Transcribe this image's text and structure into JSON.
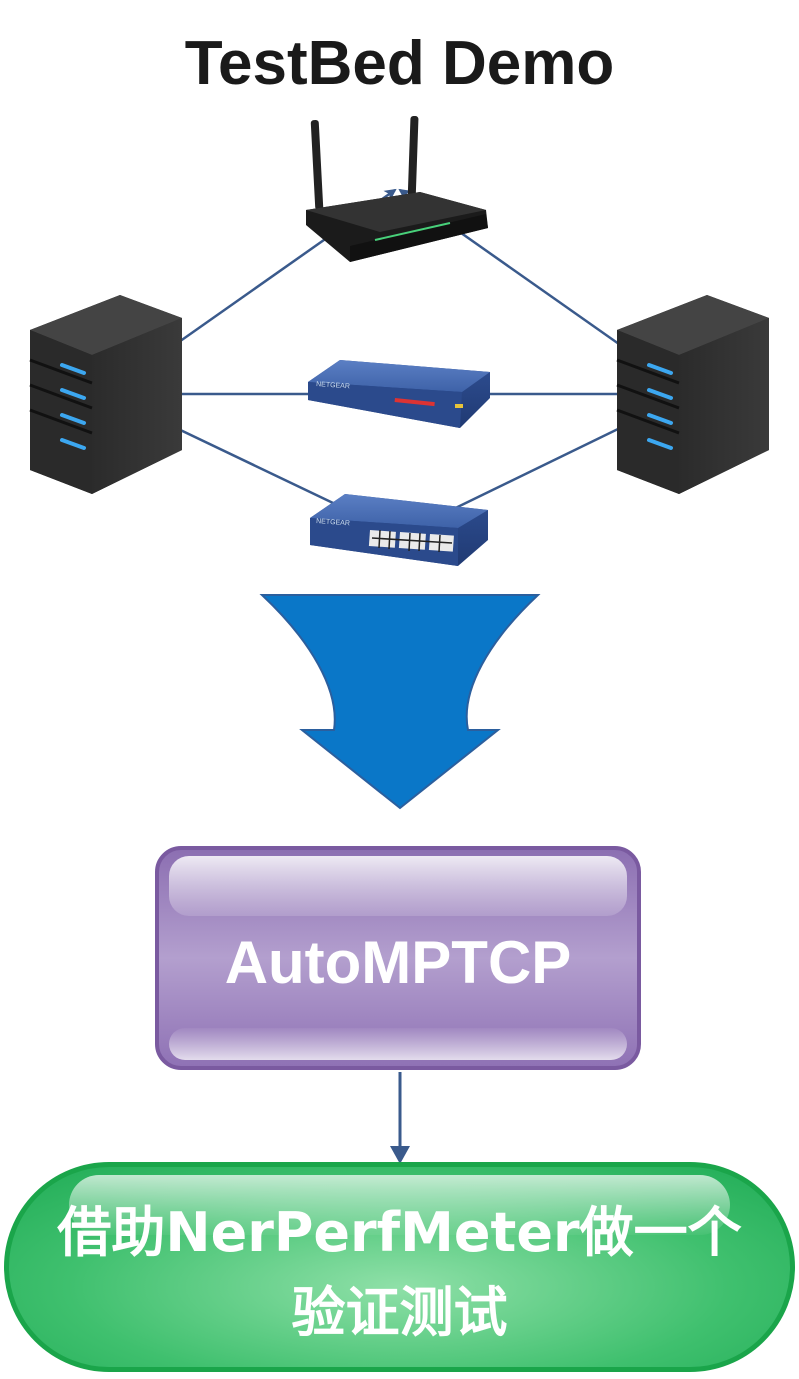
{
  "title": "TestBed Demo",
  "nodes": {
    "router": "wireless-router",
    "switch_top": "network-switch",
    "switch_bottom": "network-switch",
    "server_left": "server",
    "server_right": "server",
    "switch_brand": "NETGEAR"
  },
  "process_box": {
    "label": "AutoMPTCP"
  },
  "result_box": {
    "line1": "借助NerPerfMeter做一个",
    "line2": "验证测试"
  },
  "colors": {
    "link": "#3a5a8c",
    "big_arrow": "#0a77c8",
    "process_fill": "#9b82bf",
    "result_fill": "#3fc06e"
  }
}
